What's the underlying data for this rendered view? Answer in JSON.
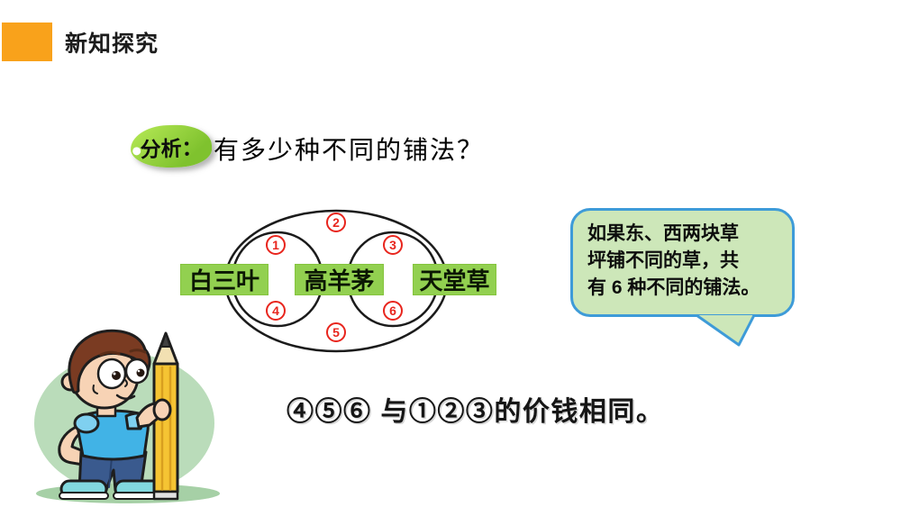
{
  "header": {
    "title": "新知探究",
    "accent_color": "#F9A21B"
  },
  "analysis": {
    "tag": "分析：",
    "question": "有多少种不同的铺法？"
  },
  "diagram": {
    "box_color": "#92D050",
    "circle_color": "#E8251D",
    "boxes": [
      {
        "label": "白三叶"
      },
      {
        "label": "高羊茅"
      },
      {
        "label": "天堂草"
      }
    ],
    "labels": [
      {
        "n": "1"
      },
      {
        "n": "2"
      },
      {
        "n": "3"
      },
      {
        "n": "4"
      },
      {
        "n": "5"
      },
      {
        "n": "6"
      }
    ]
  },
  "bubble": {
    "fill": "#CDE7B9",
    "border": "#3E9BD8",
    "lines": [
      "如果东、西两块草",
      "坪铺不同的草，共",
      "有 6 种不同的铺法。"
    ]
  },
  "conclusion": {
    "text": "④⑤⑥ 与①②③的价钱相同。"
  },
  "illustration": {
    "name": "boy-holding-pencil"
  }
}
